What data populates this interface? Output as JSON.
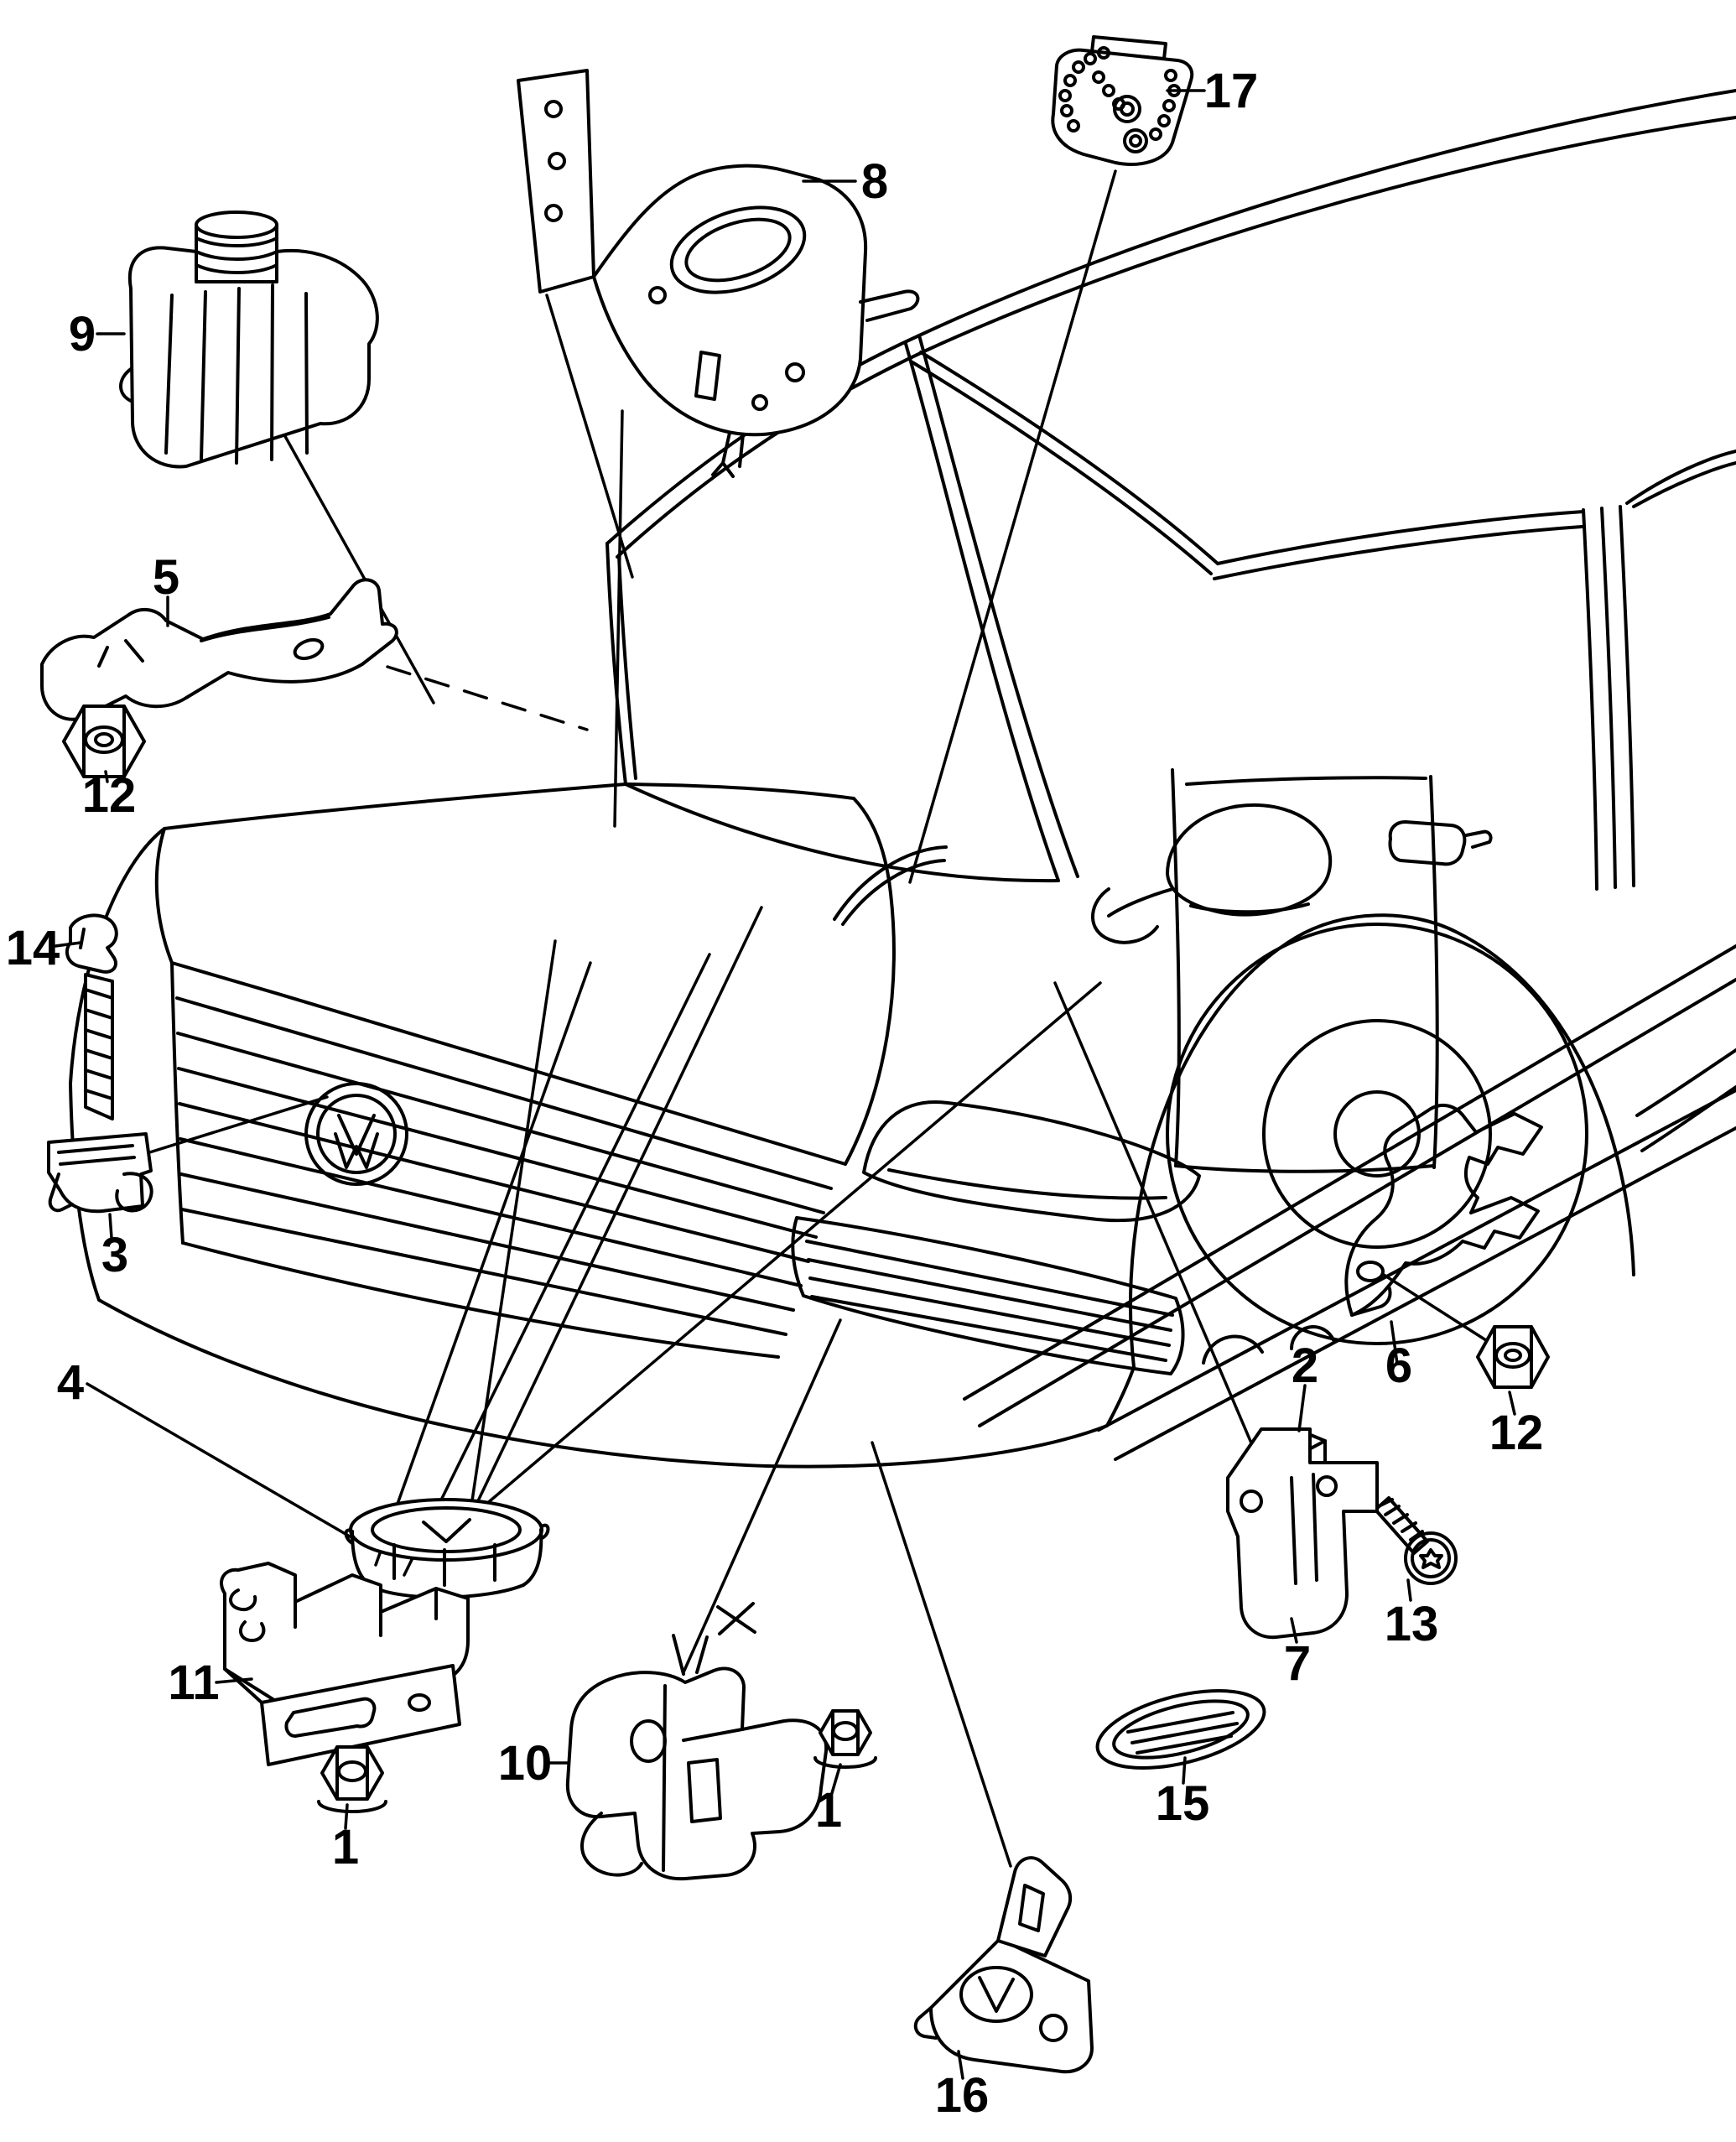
{
  "figure": {
    "type": "exploded-parts-diagram",
    "subject": "SUV front three-quarter line drawing with fastener and bracket callouts",
    "colors": {
      "background": "#ffffff",
      "line": "#000000"
    },
    "callouts": {
      "c1a": {
        "text": "1"
      },
      "c1b": {
        "text": "1"
      },
      "c2": {
        "text": "2"
      },
      "c3": {
        "text": "3"
      },
      "c4": {
        "text": "4"
      },
      "c5": {
        "text": "5"
      },
      "c6": {
        "text": "6"
      },
      "c7": {
        "text": "7"
      },
      "c8": {
        "text": "8"
      },
      "c9": {
        "text": "9"
      },
      "c10": {
        "text": "10"
      },
      "c11": {
        "text": "11"
      },
      "c12a": {
        "text": "12"
      },
      "c12b": {
        "text": "12"
      },
      "c13": {
        "text": "13"
      },
      "c14": {
        "text": "14"
      },
      "c15": {
        "text": "15"
      },
      "c16": {
        "text": "16"
      },
      "c17": {
        "text": "17"
      }
    }
  }
}
